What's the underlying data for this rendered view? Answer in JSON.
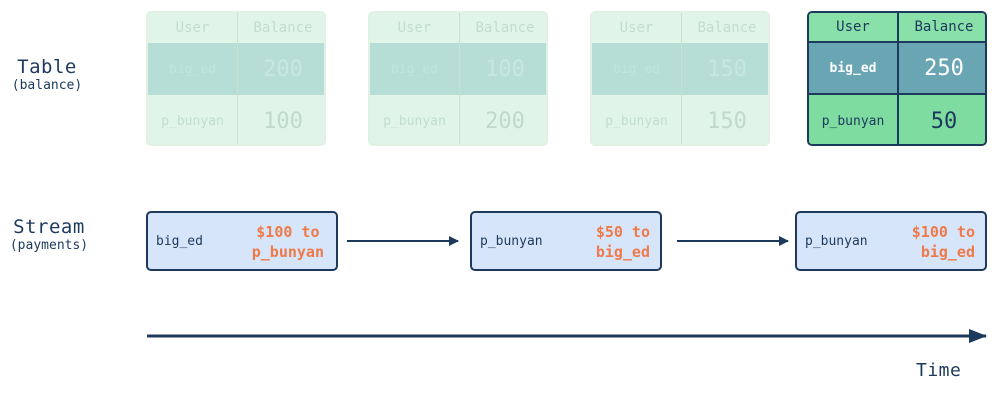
{
  "labels": {
    "table_title": "Table",
    "table_sub": "(balance)",
    "stream_title": "Stream",
    "stream_sub": "(payments)",
    "time": "Time"
  },
  "tables": [
    {
      "headers": [
        "User",
        "Balance"
      ],
      "rows": [
        {
          "user": "big_ed",
          "balance": "200"
        },
        {
          "user": "p_bunyan",
          "balance": "100"
        }
      ],
      "state": "faded"
    },
    {
      "headers": [
        "User",
        "Balance"
      ],
      "rows": [
        {
          "user": "big_ed",
          "balance": "100"
        },
        {
          "user": "p_bunyan",
          "balance": "200"
        }
      ],
      "state": "faded"
    },
    {
      "headers": [
        "User",
        "Balance"
      ],
      "rows": [
        {
          "user": "big_ed",
          "balance": "150"
        },
        {
          "user": "p_bunyan",
          "balance": "150"
        }
      ],
      "state": "faded"
    },
    {
      "headers": [
        "User",
        "Balance"
      ],
      "rows": [
        {
          "user": "big_ed",
          "balance": "250"
        },
        {
          "user": "p_bunyan",
          "balance": "50"
        }
      ],
      "state": "active"
    }
  ],
  "events": [
    {
      "user": "big_ed",
      "amount_line1": "$100 to",
      "amount_line2": "p_bunyan"
    },
    {
      "user": "p_bunyan",
      "amount_line1": "$50 to",
      "amount_line2": "big_ed"
    },
    {
      "user": "p_bunyan",
      "amount_line1": "$100 to",
      "amount_line2": "big_ed"
    }
  ],
  "colors": {
    "navy": "#1d3a5c",
    "accent_orange": "#ee7a4a",
    "event_fill": "#d7e5fb",
    "table_active_fill": "#7fdca0",
    "table_active_row": "#6aa5b4"
  }
}
